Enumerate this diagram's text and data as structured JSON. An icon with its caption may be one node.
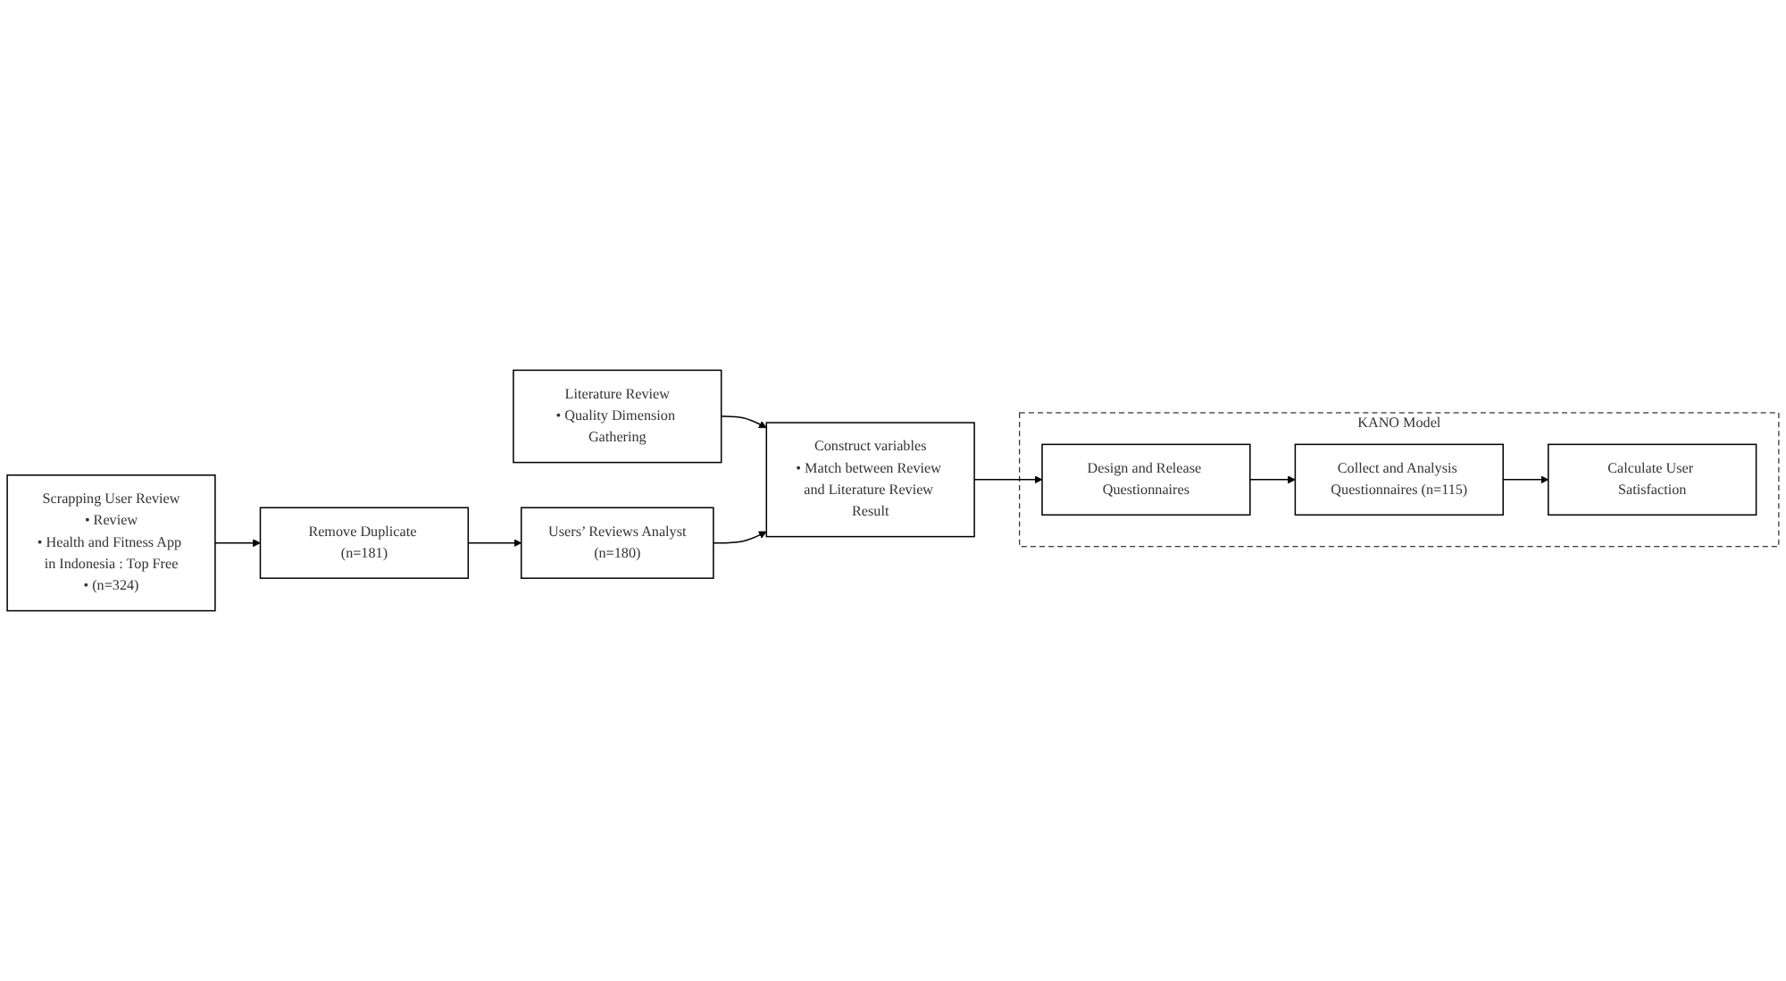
{
  "diagram": {
    "nodes": [
      {
        "text": [
          "Literature Review",
          "• Quality Dimension Gathering"
        ]
      },
      {
        "text": [
          "Scrapping User Review",
          "• Review",
          "• Health and Fitness App in Indonesia : Top Free",
          "• (n=324)"
        ]
      },
      {
        "text": [
          "Construct variables",
          "• Match between Review and Literature Review Result"
        ]
      },
      {
        "text": [
          "Users’ Reviews Analyst",
          "(n=180)"
        ]
      },
      {
        "text": [
          "Remove Duplicate (n=181)"
        ]
      },
      {
        "text": [
          "KANO Model"
        ]
      },
      {
        "text": [
          "Design and Release Questionnaires"
        ],
        "in": 5
      },
      {
        "text": [
          "Collect and Analysis Questionnaires (n=115)"
        ],
        "in": 5
      },
      {
        "text": [
          "Calculate User Satisfaction"
        ],
        "in": 5
      }
    ],
    "edges": [
      {
        "from": 0,
        "to": 2,
        "arrow": "to"
      },
      {
        "from": 1,
        "to": 4,
        "arrow": "to"
      },
      {
        "from": 4,
        "to": 3,
        "arrow": "to"
      },
      {
        "from": 3,
        "to": 2,
        "arrow": "to"
      },
      {
        "from": 2,
        "to": 6,
        "arrow": "to"
      },
      {
        "from": 6,
        "to": 7,
        "arrow": "to"
      },
      {
        "from": 7,
        "to": 8,
        "arrow": "to"
      }
    ]
  }
}
